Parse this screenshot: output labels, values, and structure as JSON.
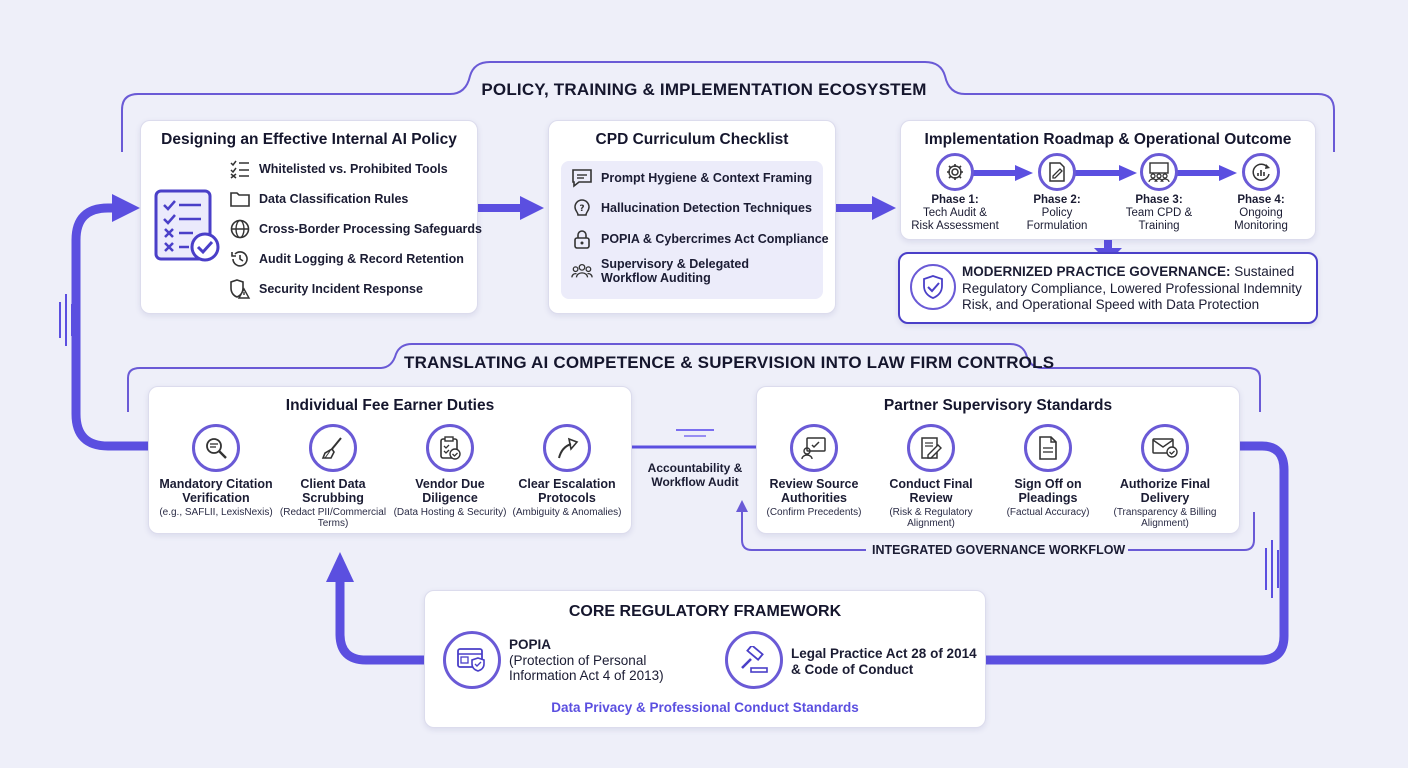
{
  "colors": {
    "accent": "#5b4fe0",
    "accent_dark": "#4a3fc8",
    "background": "#eeeff9",
    "card": "#ffffff",
    "panel": "#ececfa"
  },
  "ecosystem": {
    "title": "POLICY, TRAINING & IMPLEMENTATION ECOSYSTEM"
  },
  "policy": {
    "title": "Designing an Effective Internal AI Policy",
    "icon": "checklist-icon",
    "items": [
      {
        "label": "Whitelisted vs. Prohibited Tools",
        "icon": "list-check-icon"
      },
      {
        "label": "Data Classification Rules",
        "icon": "folder-icon"
      },
      {
        "label": "Cross-Border Processing Safeguards",
        "icon": "globe-icon"
      },
      {
        "label": "Audit Logging & Record Retention",
        "icon": "history-icon"
      },
      {
        "label": "Security Incident Response",
        "icon": "shield-warning-icon"
      }
    ]
  },
  "cpd": {
    "title": "CPD Curriculum Checklist",
    "items": [
      {
        "label": "Prompt Hygiene & Context Framing",
        "icon": "chat-icon"
      },
      {
        "label": "Hallucination Detection Techniques",
        "icon": "question-icon"
      },
      {
        "label": "POPIA & Cybercrimes Act Compliance",
        "icon": "lock-icon"
      },
      {
        "label": "Supervisory & Delegated",
        "label2": "Workflow Auditing",
        "icon": "users-icon"
      }
    ]
  },
  "roadmap": {
    "title": "Implementation Roadmap & Operational Outcome",
    "phases": [
      {
        "title": "Phase 1:",
        "l1": "Tech Audit &",
        "l2": "Risk Assessment",
        "icon": "gear-icon"
      },
      {
        "title": "Phase 2:",
        "l1": "Policy",
        "l2": "Formulation",
        "icon": "document-edit-icon"
      },
      {
        "title": "Phase 3:",
        "l1": "Team CPD &",
        "l2": "Training",
        "icon": "team-training-icon"
      },
      {
        "title": "Phase 4:",
        "l1": "Ongoing",
        "l2": "Monitoring",
        "icon": "monitoring-icon"
      }
    ]
  },
  "outcome": {
    "bold": "MODERNIZED PRACTICE GOVERNANCE:",
    "l1": " Sustained",
    "l2": "Regulatory Compliance, Lowered Professional Indemnity",
    "l3": "Risk, and Operational Speed with Data Protection",
    "icon": "shield-check-icon"
  },
  "translating": {
    "title": "TRANSLATING AI COMPETENCE & SUPERVISION INTO LAW FIRM CONTROLS"
  },
  "fee_earner": {
    "title": "Individual Fee Earner Duties",
    "nodes": [
      {
        "l1": "Mandatory Citation",
        "l2": "Verification",
        "s1": "(e.g., SAFLII, LexisNexis)",
        "s2": "",
        "icon": "search-document-icon"
      },
      {
        "l1": "Client Data",
        "l2": "Scrubbing",
        "s1": "(Redact PII/Commercial",
        "s2": "Terms)",
        "icon": "brush-icon"
      },
      {
        "l1": "Vendor Due",
        "l2": "Diligence",
        "s1": "(Data Hosting & Security)",
        "s2": "",
        "icon": "clipboard-check-icon"
      },
      {
        "l1": "Clear Escalation",
        "l2": "Protocols",
        "s1": "(Ambiguity & Anomalies)",
        "s2": "",
        "icon": "escalation-arrow-icon"
      }
    ]
  },
  "accountability": {
    "l1": "Accountability &",
    "l2": "Workflow Audit"
  },
  "partner": {
    "title": "Partner Supervisory Standards",
    "nodes": [
      {
        "l1": "Review Source",
        "l2": "Authorities",
        "s1": "(Confirm Precedents)",
        "s2": "",
        "icon": "review-icon"
      },
      {
        "l1": "Conduct Final",
        "l2": "Review",
        "s1": "(Risk & Regulatory",
        "s2": "Alignment)",
        "icon": "edit-document-icon"
      },
      {
        "l1": "Sign Off on",
        "l2": "Pleadings",
        "s1": "(Factual Accuracy)",
        "s2": "",
        "icon": "file-icon"
      },
      {
        "l1": "Authorize Final",
        "l2": "Delivery",
        "s1": "(Transparency & Billing",
        "s2": "Alignment)",
        "icon": "mail-check-icon"
      }
    ]
  },
  "integrated": {
    "label": "INTEGRATED GOVERNANCE WORKFLOW"
  },
  "core": {
    "title": "CORE REGULATORY FRAMEWORK",
    "popia": {
      "l1": "POPIA",
      "l2": "(Protection of Personal",
      "l3": "Information Act 4 of 2013)",
      "icon": "privacy-shield-icon"
    },
    "lpa": {
      "l1": "Legal Practice Act 28 of 2014",
      "l2": "& Code of Conduct",
      "icon": "gavel-icon"
    },
    "footer": "Data Privacy & Professional Conduct Standards"
  }
}
